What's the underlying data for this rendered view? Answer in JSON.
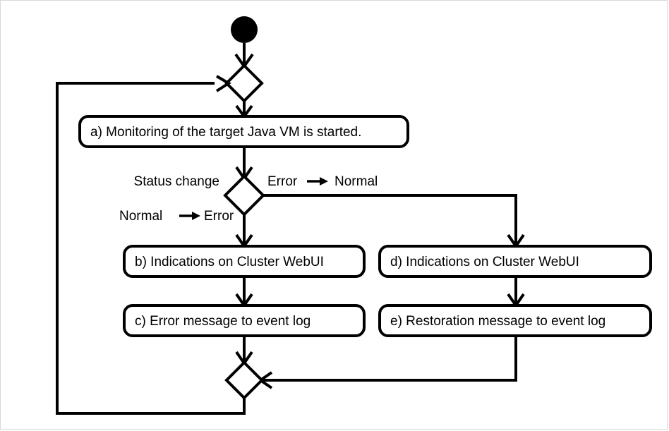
{
  "diagram": {
    "type": "uml-activity-diagram",
    "title": "",
    "start_node": {
      "name": "start",
      "shape": "filled-circle"
    },
    "nodes": [
      {
        "id": "a",
        "label": "a) Monitoring of the target Java VM is started."
      },
      {
        "id": "b",
        "label": "b) Indications on Cluster WebUI"
      },
      {
        "id": "c",
        "label": "c) Error message to event log"
      },
      {
        "id": "d",
        "label": "d) Indications on Cluster WebUI"
      },
      {
        "id": "e",
        "label": "e) Restoration message to event log"
      }
    ],
    "decision": {
      "name": "status-change-decision",
      "guard_label": "Status change",
      "branch_left": {
        "from": "Normal",
        "to": "Error",
        "arrow": "→"
      },
      "branch_right": {
        "from": "Error",
        "to": "Normal",
        "arrow": "→"
      }
    },
    "merge_top": {
      "name": "merge-top",
      "shape": "diamond"
    },
    "merge_bottom": {
      "name": "merge-bottom",
      "shape": "diamond"
    },
    "labels": {
      "status_change": "Status change",
      "normal_to_error_from": "Normal",
      "normal_to_error_to": "Error",
      "error_to_normal_from": "Error",
      "error_to_normal_to": "Normal"
    },
    "colors": {
      "stroke": "#000000",
      "fill": "#ffffff",
      "frame_border": "#d8d8d8"
    }
  }
}
